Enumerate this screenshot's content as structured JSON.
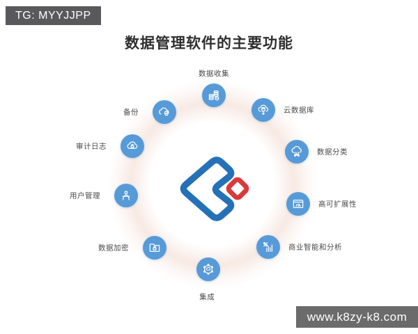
{
  "badge": {
    "text": "TG: MYYJJPP"
  },
  "title": "数据管理软件的主要功能",
  "watermark": {
    "text": "www.k8zy-k8.com"
  },
  "diagram": {
    "center_logo": "blue-bracket-red-diamond-logo",
    "items": [
      {
        "label": "数据收集",
        "icon": "coins-stack-icon"
      },
      {
        "label": "云数据库",
        "icon": "cloud-database-icon"
      },
      {
        "label": "数据分类",
        "icon": "cloud-classify-icon"
      },
      {
        "label": "高可扩展性",
        "icon": "gauge-window-icon"
      },
      {
        "label": "商业智能和分析",
        "icon": "bar-chart-percent-icon"
      },
      {
        "label": "集成",
        "icon": "hexagon-network-icon"
      },
      {
        "label": "数据加密",
        "icon": "folder-lock-icon"
      },
      {
        "label": "用户管理",
        "icon": "user-podium-icon"
      },
      {
        "label": "审计日志",
        "icon": "cloud-lock-icon"
      },
      {
        "label": "备份",
        "icon": "cloud-shield-icon"
      }
    ],
    "colors": {
      "bubble_blue": "#579ad8",
      "logo_blue": "#2471b8",
      "logo_red": "#d93a3c",
      "ring_peach": "#f6e5de",
      "badge_gray": "#59595b",
      "watermark_gray": "#6b6b6b"
    }
  }
}
